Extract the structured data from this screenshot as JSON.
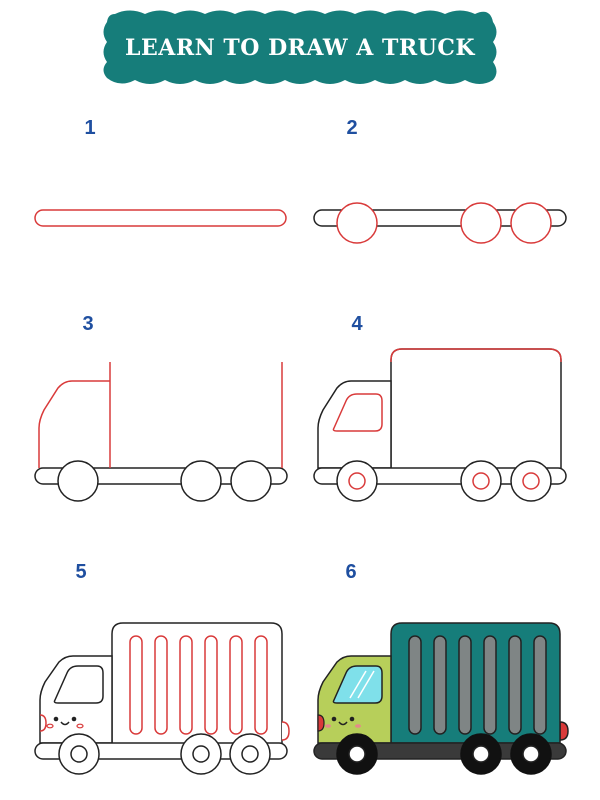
{
  "title": "LEARN TO DRAW A TRUCK",
  "colors": {
    "banner": "#167d7a",
    "step_number": "#1f4fa0",
    "outline": "#222222",
    "new_stroke": "#d93a3a",
    "cab_fill": "#b7cf5a",
    "cargo_fill": "#167d7a",
    "slat_fill": "#7f8585",
    "window_fill": "#7fe0ea",
    "chassis_fill": "#3a3a3a",
    "tire_fill": "#111111"
  },
  "steps": [
    {
      "number": "1"
    },
    {
      "number": "2"
    },
    {
      "number": "3"
    },
    {
      "number": "4"
    },
    {
      "number": "5"
    },
    {
      "number": "6"
    }
  ]
}
